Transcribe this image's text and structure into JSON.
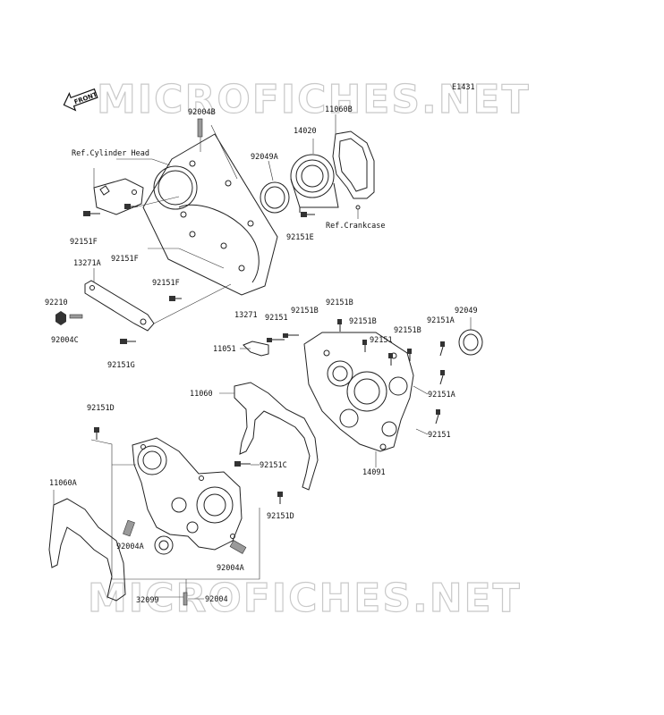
{
  "diagram_id": "E1431",
  "watermark": "MICROFICHES.NET",
  "front_label": "FRONT",
  "labels": {
    "p92004B": "92004B",
    "p11060B": "11060B",
    "p14020": "14020",
    "p92049A": "92049A",
    "refCylHead": "Ref.Cylinder Head",
    "p92151F_a": "92151F",
    "p92151F_b": "92151F",
    "p92151F_c": "92151F",
    "p92151E": "92151E",
    "refCrankcase": "Ref.Crankcase",
    "p13271A": "13271A",
    "p92210": "92210",
    "p92004C": "92004C",
    "p92151G": "92151G",
    "p13271": "13271",
    "p92151_a": "92151",
    "p92151B_a": "92151B",
    "p92151B_b": "92151B",
    "p92151B_c": "92151B",
    "p92151B_d": "92151B",
    "p92151_b": "92151",
    "p92151A_a": "92151A",
    "p92049": "92049",
    "p11051": "11051",
    "p11060": "11060",
    "p92151A_b": "92151A",
    "p92151D_a": "92151D",
    "p92151_c": "92151",
    "p14091": "14091",
    "p92151C": "92151C",
    "p11060A": "11060A",
    "p92151D_b": "92151D",
    "p92004A_a": "92004A",
    "p92004A_b": "92004A",
    "p32099": "32099",
    "p92004": "92004"
  }
}
